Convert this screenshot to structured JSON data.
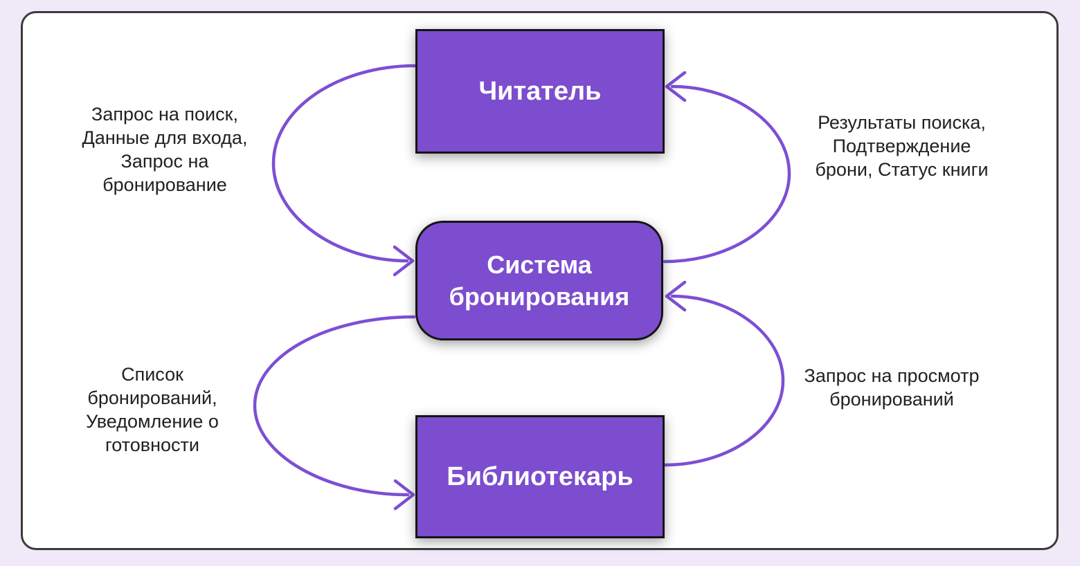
{
  "colors": {
    "page_background": "#F0E9F8",
    "panel_background": "#FFFFFF",
    "panel_border": "#3B3B3B",
    "node_fill": "#7C4DCE",
    "node_border": "#141414",
    "node_text": "#FFFFFF",
    "arrow": "#7C4FD4",
    "label_text": "#212121"
  },
  "diagram": {
    "nodes": {
      "reader": {
        "label": "Читатель"
      },
      "system": {
        "label": "Система\nбронирования"
      },
      "librarian": {
        "label": "Библиотекарь"
      }
    },
    "edges": {
      "reader_to_system": {
        "from": "Читатель",
        "to": "Система бронирования",
        "label": "Запрос на поиск,\nДанные для входа,\nЗапрос на\nбронирование"
      },
      "system_to_reader": {
        "from": "Система бронирования",
        "to": "Читатель",
        "label": "Результаты поиска,\nПодтверждение\nброни, Статус книги"
      },
      "system_to_librarian": {
        "from": "Система бронирования",
        "to": "Библиотекарь",
        "label": "Список\nбронирований,\nУведомление о\nготовности"
      },
      "librarian_to_system": {
        "from": "Библиотекарь",
        "to": "Система бронирования",
        "label": "Запрос на просмотр\nбронирований"
      }
    }
  }
}
